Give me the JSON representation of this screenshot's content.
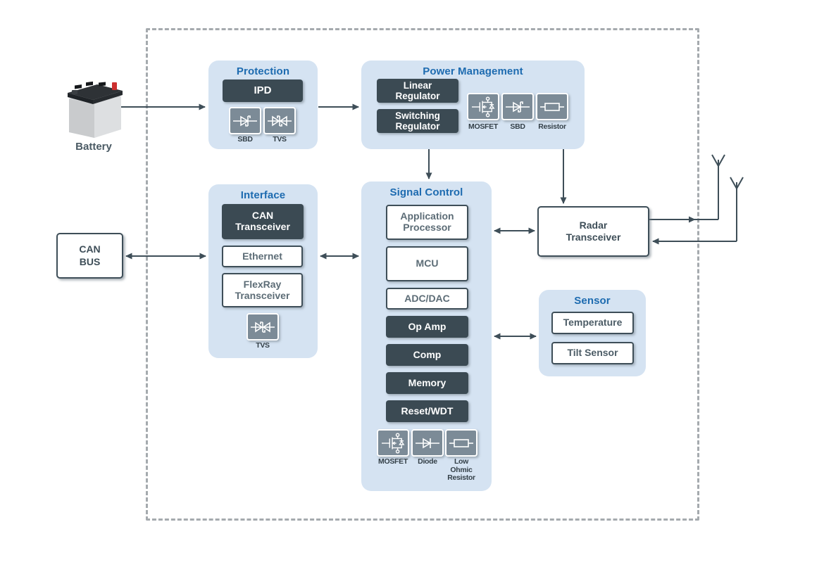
{
  "colors": {
    "panel_bg": "#d5e3f2",
    "title_blue": "#1d6bb0",
    "dark_block": "#3b4a53",
    "outline": "#3e4e58",
    "light_block_text": "#5c6c76",
    "icon_box": "#7c8b97",
    "dashed_border": "#a5aaae",
    "battery_red": "#c62f2f"
  },
  "external": {
    "battery_label": "Battery",
    "can_bus_label": "CAN\nBUS"
  },
  "panels": {
    "protection": {
      "title": "Protection",
      "ipd_label": "IPD",
      "icons": [
        {
          "label": "SBD"
        },
        {
          "label": "TVS"
        }
      ]
    },
    "power_management": {
      "title": "Power Management",
      "blocks": [
        {
          "label": "Linear\nRegulator"
        },
        {
          "label": "Switching\nRegulator"
        }
      ],
      "icons": [
        {
          "label": "MOSFET"
        },
        {
          "label": "SBD"
        },
        {
          "label": "Resistor"
        }
      ]
    },
    "interface": {
      "title": "Interface",
      "blocks": [
        {
          "label": "CAN\nTransceiver",
          "style": "dark"
        },
        {
          "label": "Ethernet",
          "style": "light"
        },
        {
          "label": "FlexRay\nTransceiver",
          "style": "light"
        }
      ],
      "icons": [
        {
          "label": "TVS"
        }
      ]
    },
    "signal_control": {
      "title": "Signal Control",
      "blocks": [
        {
          "label": "Application\nProcessor",
          "style": "light"
        },
        {
          "label": "MCU",
          "style": "light"
        },
        {
          "label": "ADC/DAC",
          "style": "light"
        },
        {
          "label": "Op Amp",
          "style": "dark"
        },
        {
          "label": "Comp",
          "style": "dark"
        },
        {
          "label": "Memory",
          "style": "dark"
        },
        {
          "label": "Reset/WDT",
          "style": "dark"
        }
      ],
      "icons": [
        {
          "label": "MOSFET"
        },
        {
          "label": "Diode"
        },
        {
          "label": "Low\nOhmic\nResistor"
        }
      ]
    },
    "sensor": {
      "title": "Sensor",
      "blocks": [
        {
          "label": "Temperature"
        },
        {
          "label": "Tilt Sensor"
        }
      ]
    }
  },
  "nodes": {
    "radar_transceiver": "Radar\nTransceiver"
  }
}
